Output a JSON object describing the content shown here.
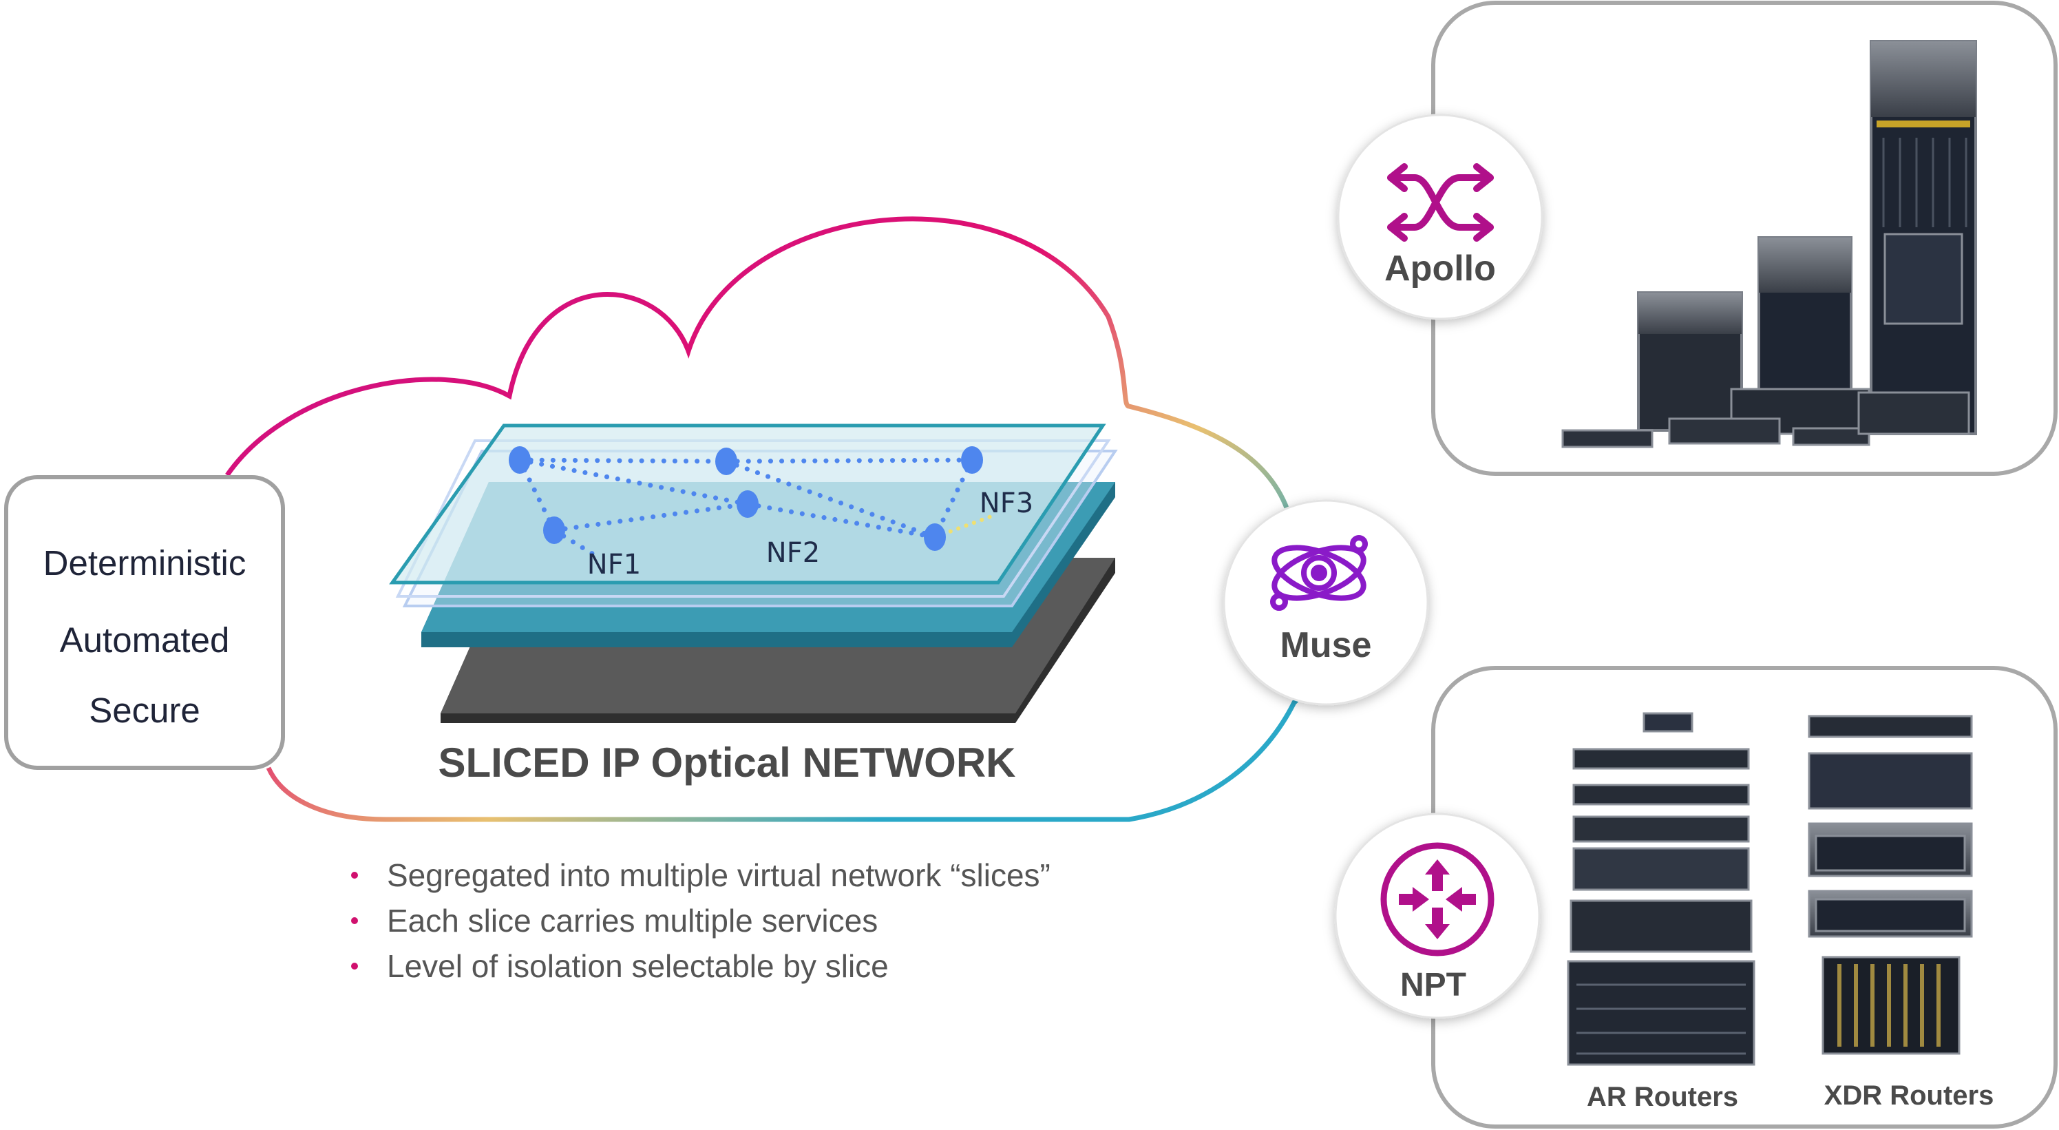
{
  "attributes": [
    "Deterministic",
    "Automated",
    "Secure"
  ],
  "network_title": "SLICED IP Optical NETWORK",
  "network_functions": [
    "NF1",
    "NF2",
    "NF3"
  ],
  "bullets": [
    "Segregated into multiple virtual network “slices”",
    "Each slice carries multiple services",
    "Level of isolation selectable by slice"
  ],
  "products": {
    "apollo": {
      "label": "Apollo",
      "icon": "crossing-arrows-icon"
    },
    "muse": {
      "label": "Muse",
      "icon": "orbit-gear-icon"
    },
    "npt": {
      "label": "NPT",
      "icon": "router-arrows-icon"
    }
  },
  "router_families": [
    "AR Routers",
    "XDR Routers"
  ],
  "colors": {
    "accent_magenta": "#b0108a",
    "cloud_gradient": [
      "#e0106f",
      "#e8c070",
      "#2aa8c8"
    ],
    "slice_teal": "#2a8fa8",
    "node_blue": "#3f7bf0"
  }
}
